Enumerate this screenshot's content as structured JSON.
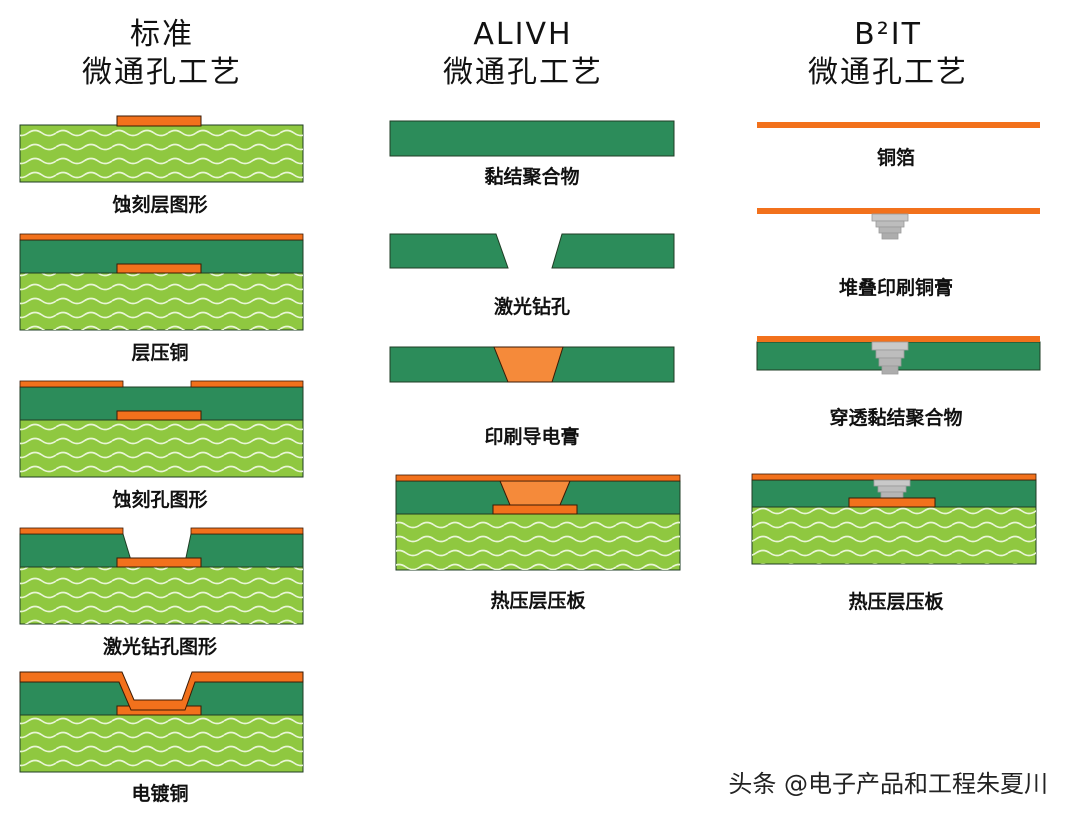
{
  "colors": {
    "copper": "#f2711c",
    "dielectric": "#2c8c5a",
    "core": "#8fc840",
    "paste": "#f58a3a",
    "printed_paste": "#bdbdbd",
    "wave": "#e9f5d6",
    "outline": "#1f3d24"
  },
  "columns": [
    {
      "title_line1": "标准",
      "title_line2": "微通孔工艺",
      "steps": [
        {
          "label": "蚀刻层图形"
        },
        {
          "label": "层压铜"
        },
        {
          "label": "蚀刻孔图形"
        },
        {
          "label": "激光钻孔图形"
        },
        {
          "label": "电镀铜"
        }
      ]
    },
    {
      "title_line1": "ALIVH",
      "title_line2": "微通孔工艺",
      "steps": [
        {
          "label": "黏结聚合物"
        },
        {
          "label": "激光钻孔"
        },
        {
          "label": "印刷导电膏"
        },
        {
          "label": "热压层压板"
        }
      ]
    },
    {
      "title_line1": "B²IT",
      "title_line2": "微通孔工艺",
      "steps": [
        {
          "label": "铜箔"
        },
        {
          "label": "堆叠印刷铜膏"
        },
        {
          "label": "穿透黏结聚合物"
        },
        {
          "label": "热压层压板"
        }
      ]
    }
  ],
  "watermark": "头条 @电子产品和工程朱夏川"
}
